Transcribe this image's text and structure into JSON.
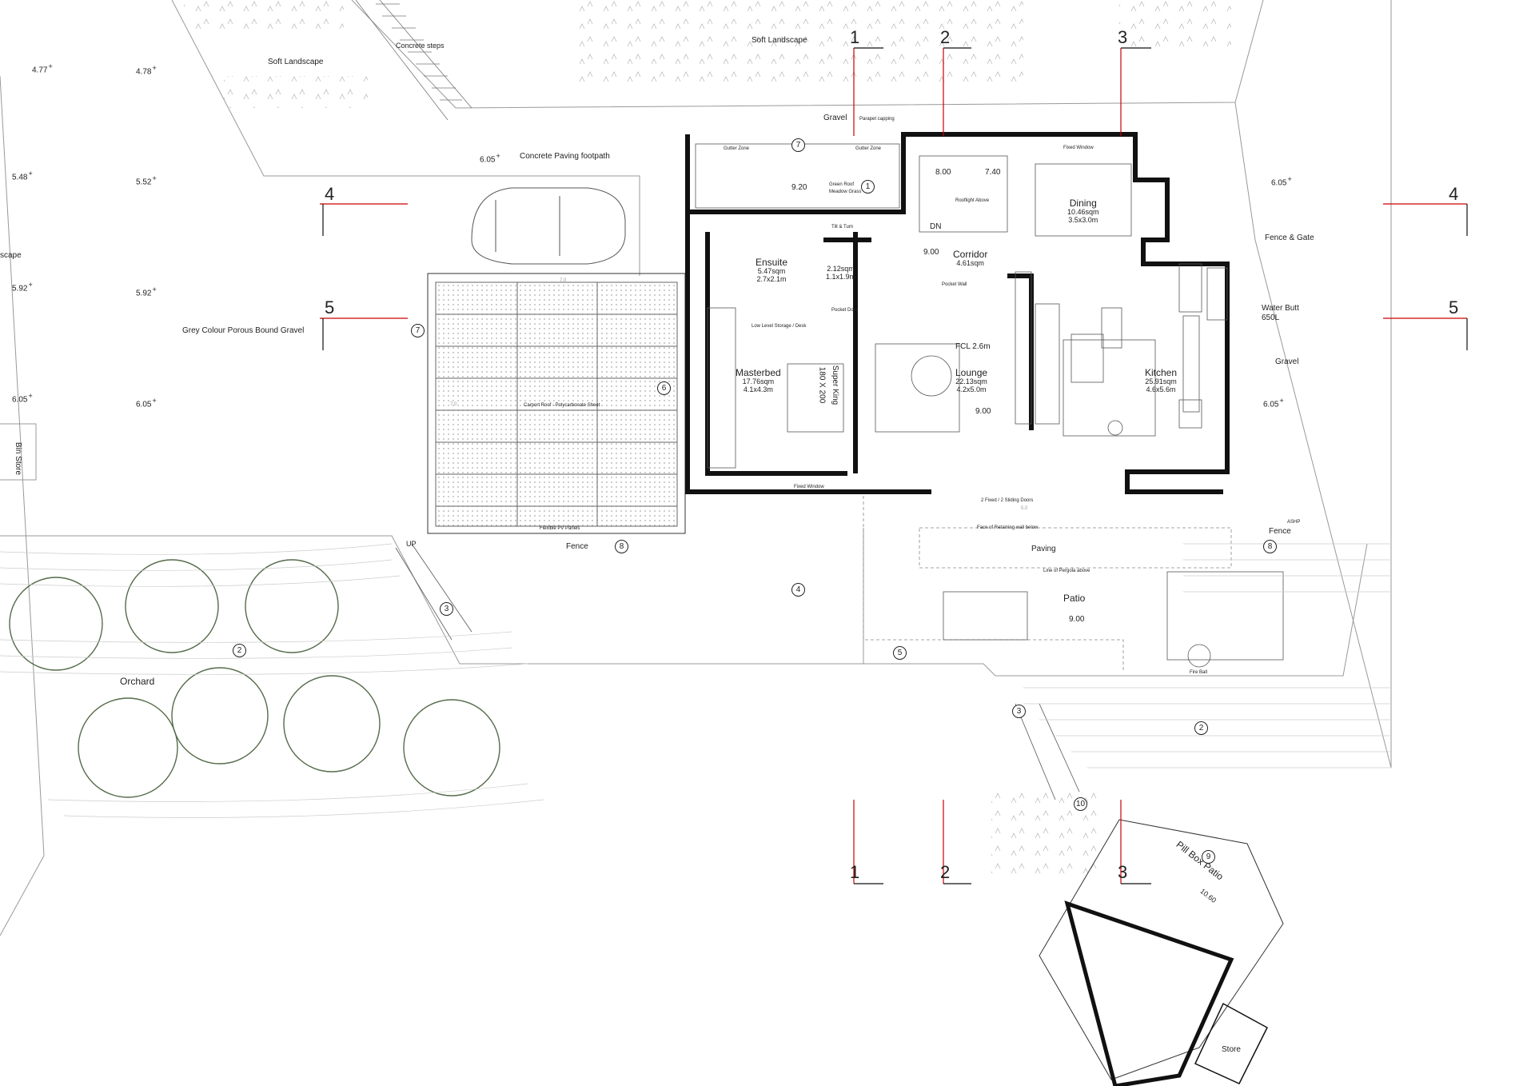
{
  "landscape": {
    "soft_landscape_1": "Soft Landscape",
    "soft_landscape_2": "Soft Landscape",
    "concrete_steps": "Concrete steps",
    "gravel_top": "Gravel",
    "concrete_paving": "Concrete Paving footpath",
    "grey_gravel": "Grey Colour Porous Bound Gravel",
    "scape_cut": "scape",
    "bin_store_cut": "Bin Store",
    "carport_roof": "Carport Roof - Polycarbonate Sheet",
    "pv_panels": "Flexible PV Panels",
    "fence_1": "Fence",
    "fence_2": "Fence",
    "fence_gate": "Fence & Gate",
    "water_butt": "Water Butt",
    "water_butt_vol": "650L",
    "gravel_right": "Gravel",
    "orchard": "Orchard",
    "paving": "Paving",
    "retaining": "Face of Retaining wall below",
    "pergola": "Line of Pergola above",
    "patio": "Patio",
    "fire_ball": "Fire Ball",
    "pill_box": "Pill Box Patio",
    "store": "Store",
    "carport_dim_top": "7.0",
    "carport_dim_left": "7.0",
    "lounge_dim": "5.0"
  },
  "levels": [
    "4.77",
    "4.78",
    "5.48",
    "5.52",
    "5.92",
    "5.92",
    "6.05",
    "6.05",
    "6.05",
    "6.05",
    "6.05",
    "9.20",
    "8.00",
    "7.40",
    "9.00",
    "9.00",
    "9.00",
    "10.60"
  ],
  "rooms": {
    "ensuite": {
      "name": "Ensuite",
      "area": "5.47sqm",
      "dims": "2.7x2.1m"
    },
    "wc": {
      "area": "2.12sqm",
      "dims": "1.1x1.9m"
    },
    "corridor": {
      "name": "Corridor",
      "area": "4.61sqm"
    },
    "dining": {
      "name": "Dining",
      "area": "10.46sqm",
      "dims": "3.5x3.0m"
    },
    "masterbed": {
      "name": "Masterbed",
      "area": "17.76sqm",
      "dims": "4.1x4.3m"
    },
    "lounge": {
      "name": "Lounge",
      "area": "22.13sqm",
      "dims": "4.2x5.0m",
      "fcl": "FCL 2.6m"
    },
    "kitchen": {
      "name": "Kitchen",
      "area": "25.91sqm",
      "dims": "4.6x5.6m"
    },
    "green_roof": {
      "name": "Green Roof",
      "sub": "Meadow Grass"
    },
    "super_king": "Super King",
    "super_king_size": "180 X 200",
    "low_storage": "Low Level Storage / Desk",
    "pocket_wall": "Pocket Wall",
    "pocket_door": "Pocket Door",
    "dn": "DN",
    "up": "UP"
  },
  "section_marks": [
    "1",
    "2",
    "3",
    "4",
    "5"
  ],
  "callouts": [
    "1",
    "2",
    "3",
    "4",
    "5",
    "6",
    "7",
    "8",
    "9",
    "10"
  ],
  "small_notes": {
    "gutter_zone": "Gutter Zone",
    "parapet": "Parapet capping",
    "fixed_window": "Fixed Window",
    "tilt_turn": "Tilt & Turn",
    "rooflight": "Rooflight Above",
    "sliding": "2 Fixed / 2 Sliding Doors",
    "ashp": "ASHP"
  }
}
